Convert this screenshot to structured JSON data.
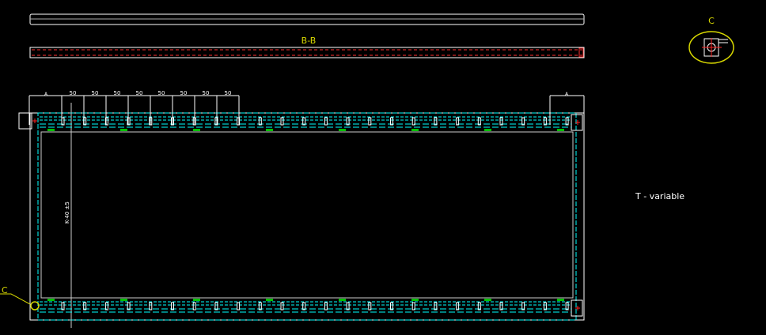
{
  "section_label": "B-B",
  "detail_label": "C",
  "detail_callout_label": "C",
  "note": "T - variable",
  "dimensions": {
    "left_end": "A",
    "right_end": "A",
    "spacings": [
      "50",
      "50",
      "50",
      "50",
      "50",
      "50",
      "50",
      "50"
    ],
    "vertical": "K-40 ±5"
  },
  "colors": {
    "background": "#000000",
    "outline": "#ffffff",
    "hidden": "#00ffff",
    "annotation": "#d8d800",
    "marker": "#00c000",
    "center": "#ff2020"
  }
}
